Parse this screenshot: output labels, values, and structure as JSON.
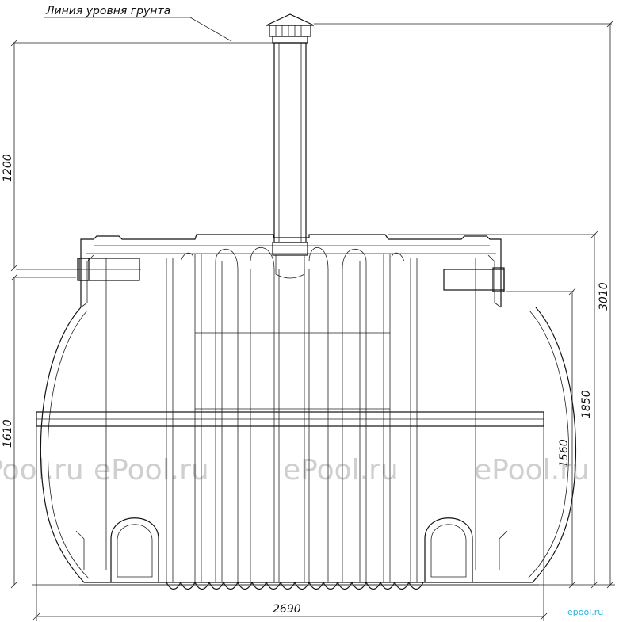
{
  "ground_label": "Линия уровня грунта",
  "dimensions": {
    "d1200": "1200",
    "d1610": "1610",
    "d3010": "3010",
    "d1850": "1850",
    "d1560": "1560",
    "d2690": "2690"
  },
  "watermarks": [
    "ePool.ru",
    "ePool.ru",
    "ePool.ru",
    "ePool.ru"
  ],
  "brand_mark": "epool.ru"
}
